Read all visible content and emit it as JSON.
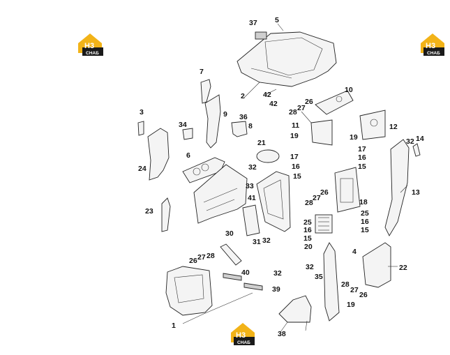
{
  "logos": [
    {
      "id": "logo-top-left",
      "letters": "H3",
      "text": "CHAБ"
    },
    {
      "id": "logo-top-right",
      "letters": "H3",
      "text": "CHAБ"
    },
    {
      "id": "logo-bottom",
      "letters": "H3",
      "text": "CHAБ"
    }
  ],
  "callouts": [
    "37",
    "5",
    "2",
    "42",
    "42",
    "7",
    "9",
    "36",
    "8",
    "3",
    "34",
    "6",
    "24",
    "23",
    "26",
    "27",
    "10",
    "28",
    "11",
    "19",
    "19",
    "12",
    "32",
    "14",
    "13",
    "21",
    "17",
    "16",
    "15",
    "32",
    "33",
    "41",
    "17",
    "16",
    "15",
    "26",
    "27",
    "28",
    "18",
    "25",
    "16",
    "15",
    "25",
    "16",
    "15",
    "20",
    "30",
    "32",
    "31",
    "4",
    "22",
    "26",
    "27",
    "28",
    "40",
    "32",
    "39",
    "32",
    "35",
    "28",
    "27",
    "26",
    "19",
    "1",
    "38"
  ],
  "colors": {
    "brand_yellow": "#f2b318",
    "brand_black": "#1a1a1a"
  }
}
